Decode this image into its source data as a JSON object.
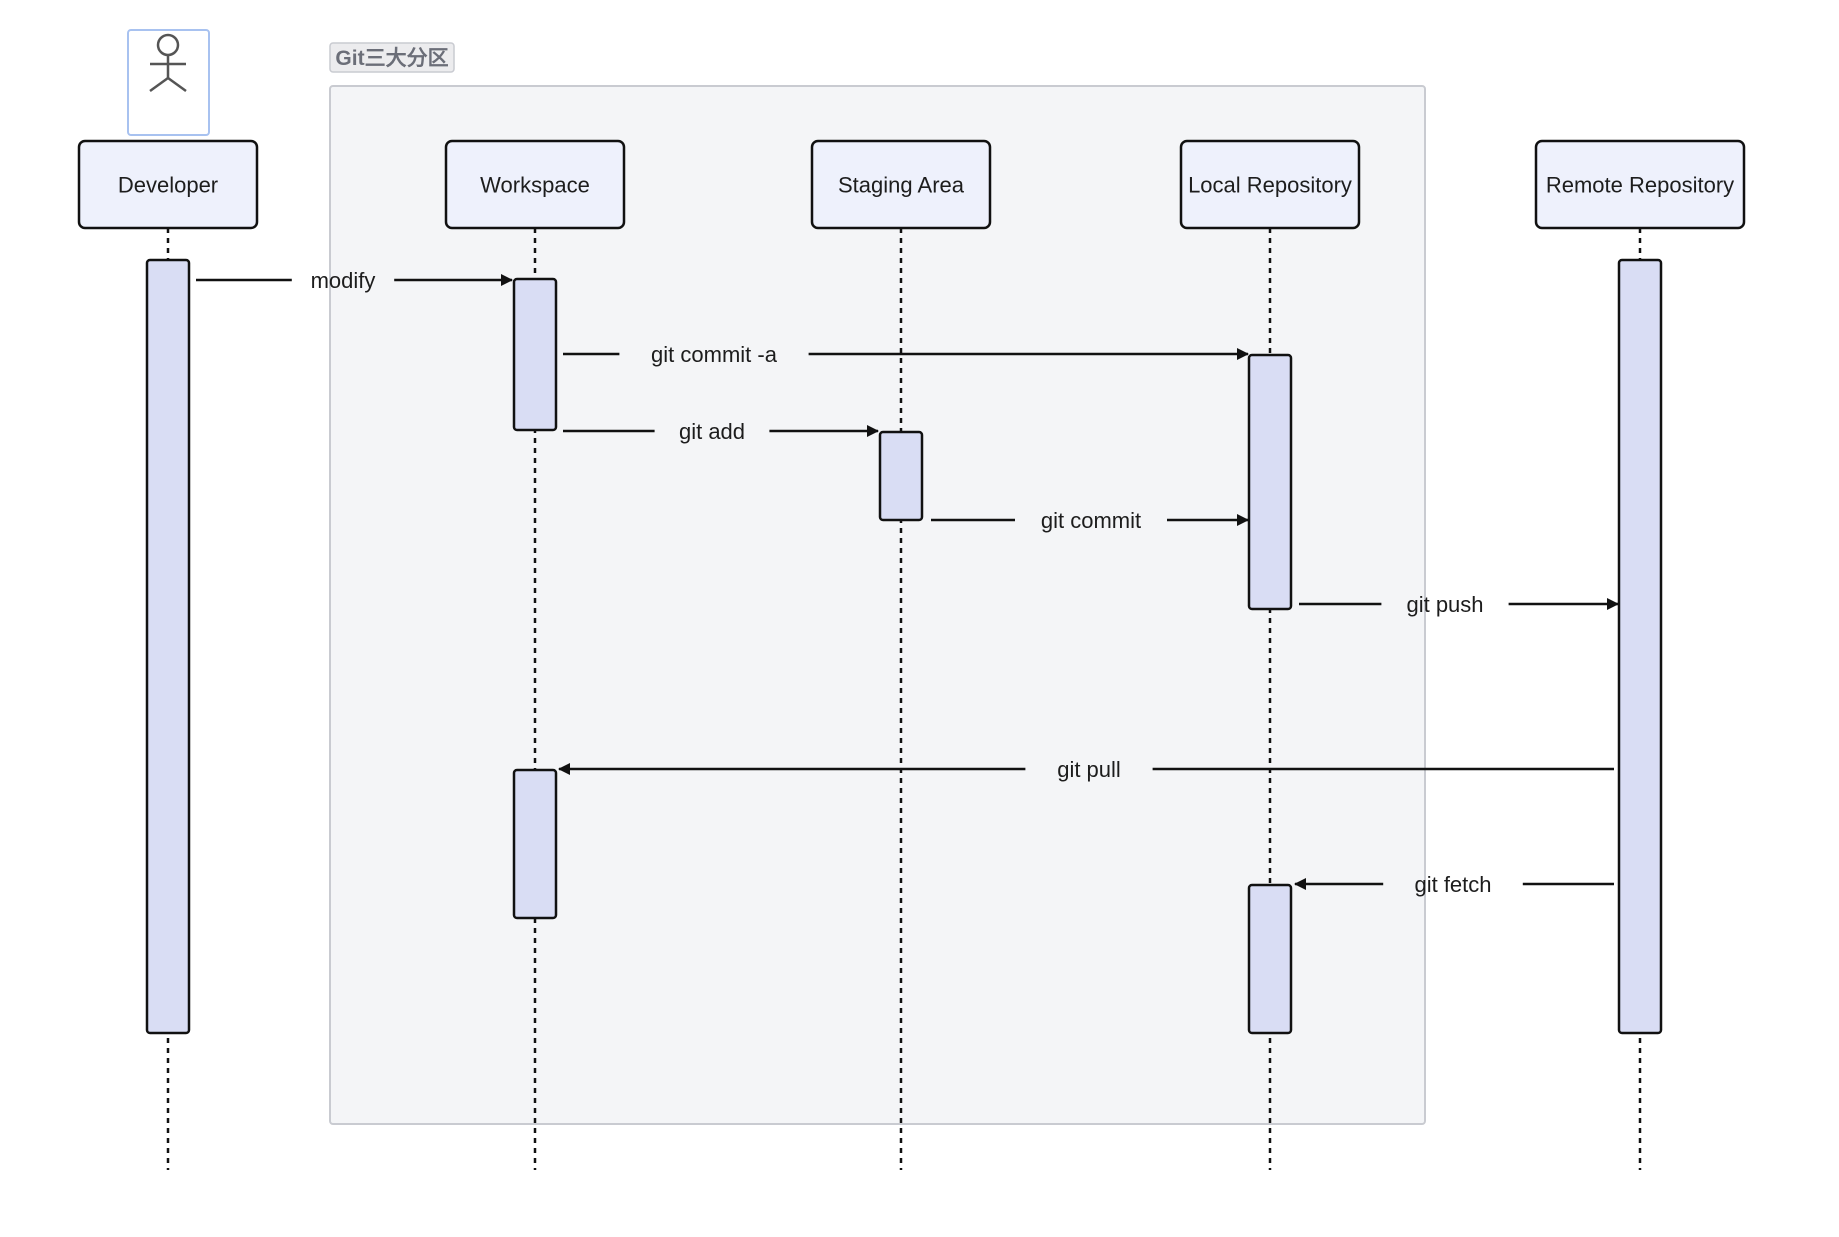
{
  "group": {
    "title": "Git三大分区",
    "members": [
      "Workspace",
      "Staging Area",
      "Local Repository"
    ]
  },
  "participants": [
    {
      "id": "dev",
      "label": "Developer",
      "actor_icon": "stick-figure-icon"
    },
    {
      "id": "ws",
      "label": "Workspace"
    },
    {
      "id": "stage",
      "label": "Staging Area"
    },
    {
      "id": "local",
      "label": "Local Repository"
    },
    {
      "id": "remote",
      "label": "Remote Repository"
    }
  ],
  "messages": [
    {
      "from": "dev",
      "to": "ws",
      "label": "modify"
    },
    {
      "from": "ws",
      "to": "local",
      "label": "git commit -a"
    },
    {
      "from": "ws",
      "to": "stage",
      "label": "git add"
    },
    {
      "from": "stage",
      "to": "local",
      "label": "git commit"
    },
    {
      "from": "local",
      "to": "remote",
      "label": "git push"
    },
    {
      "from": "remote",
      "to": "ws",
      "label": "git pull"
    },
    {
      "from": "remote",
      "to": "local",
      "label": "git fetch"
    }
  ],
  "colors": {
    "participant_fill": "#eef1fc",
    "activation_fill": "#d9ddf4",
    "group_fill": "#f4f5f7",
    "group_border": "#c9cbd1",
    "actor_frame": "#a8c2f0",
    "stroke": "#111111"
  }
}
